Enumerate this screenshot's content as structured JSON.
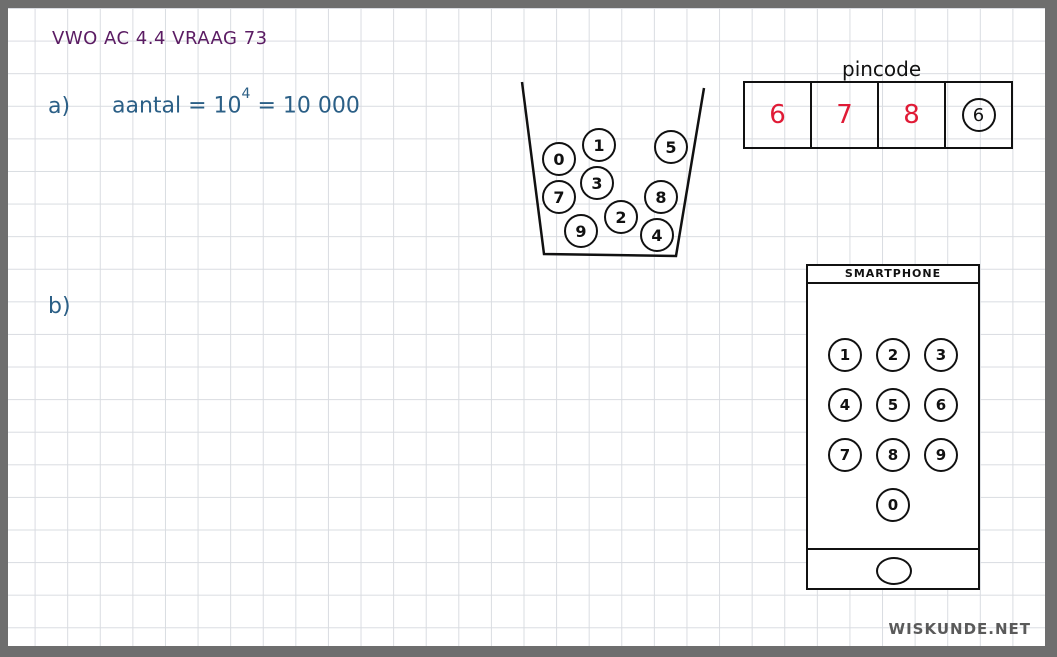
{
  "title": "VWO AC 4.4 VRAAG 73",
  "part_a": {
    "label": "a)",
    "formula_prefix": "aantal = 10",
    "formula_exponent": "4",
    "formula_suffix": " = 10 000"
  },
  "part_b": {
    "label": "b)"
  },
  "cup_balls": [
    "0",
    "1",
    "5",
    "3",
    "7",
    "8",
    "2",
    "9",
    "4"
  ],
  "pincode": {
    "label": "pincode",
    "digits": [
      "6",
      "7",
      "8",
      "6"
    ]
  },
  "phone": {
    "brand": "SMARTPHONE",
    "keys": [
      "1",
      "2",
      "3",
      "4",
      "5",
      "6",
      "7",
      "8",
      "9",
      "0"
    ]
  },
  "watermark": "WISKUNDE.NET",
  "colors": {
    "title": "#5b1c63",
    "answer": "#2b5f86",
    "pin_digits": "#e01b36"
  }
}
